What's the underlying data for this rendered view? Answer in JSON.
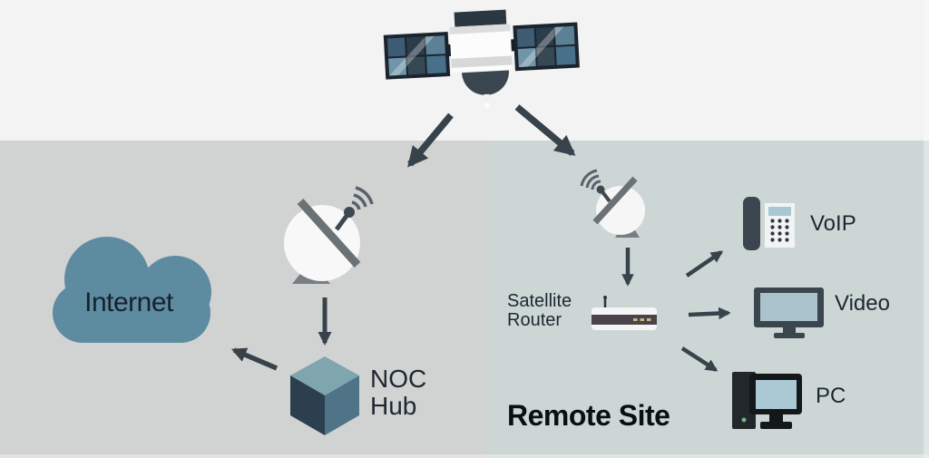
{
  "diagram": {
    "labels": {
      "internet": "Internet",
      "noc_hub_line1": "NOC",
      "noc_hub_line2": "Hub",
      "satellite_router_line1": "Satellite",
      "satellite_router_line2": "Router",
      "remote_site": "Remote Site",
      "voip": "VoIP",
      "video": "Video",
      "pc": "PC"
    },
    "connections": [
      {
        "from": "satellite",
        "to": "noc-ground-dish"
      },
      {
        "from": "satellite",
        "to": "remote-dish"
      },
      {
        "from": "noc-ground-dish",
        "to": "noc-hub"
      },
      {
        "from": "noc-hub",
        "to": "internet-cloud"
      },
      {
        "from": "remote-dish",
        "to": "satellite-router"
      },
      {
        "from": "satellite-router",
        "to": "voip-phone"
      },
      {
        "from": "satellite-router",
        "to": "video-monitor"
      },
      {
        "from": "satellite-router",
        "to": "pc"
      }
    ],
    "colors": {
      "top_background": "#f2f3f2",
      "noc_panel_background": "#d1d3d2",
      "remote_panel_background": "#ccd7d5",
      "arrow": "#37424b",
      "cloud_fill": "#5d8ba0",
      "label_text": "#1d2731",
      "device_dark": "#3a454e",
      "screen_fill": "#a9c4cf",
      "router_led": "#c9b87c",
      "pc_power_led": "#79b287"
    }
  }
}
